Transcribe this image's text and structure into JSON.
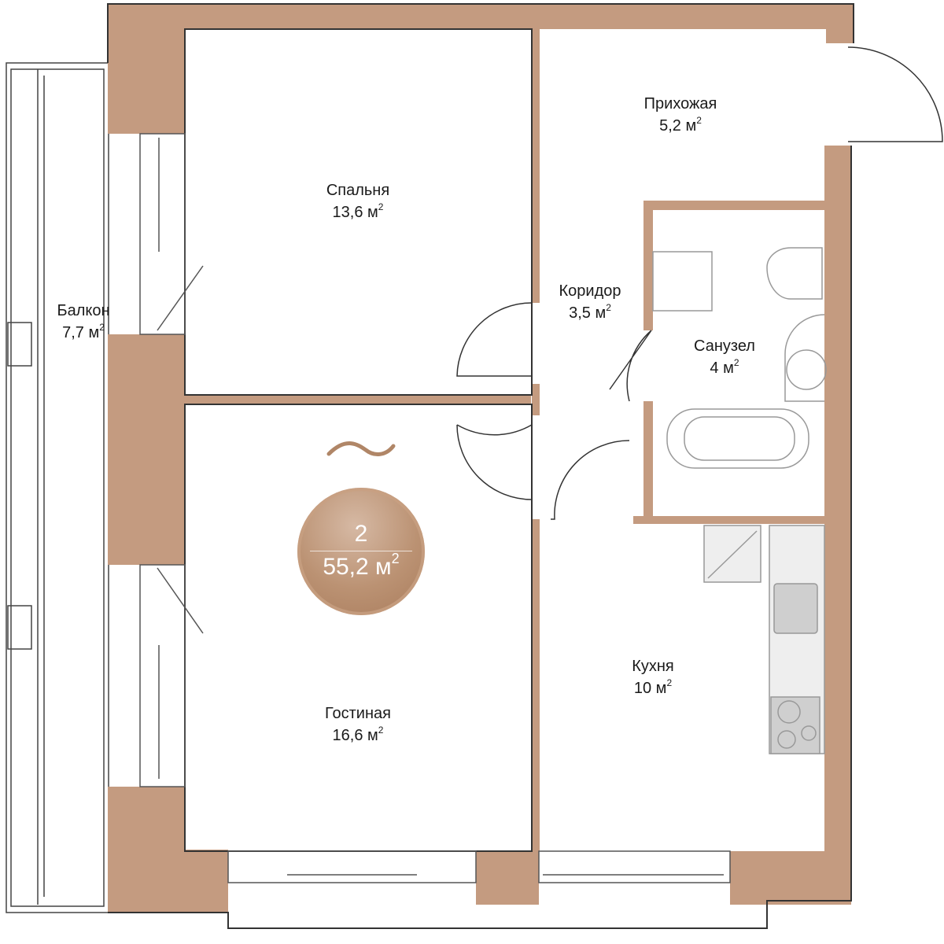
{
  "colors": {
    "wall": "#c49b80",
    "line": "#3a3a3a",
    "fixture": "#d0d0d0",
    "badge": "#b8906f"
  },
  "rooms": [
    {
      "name": "Прихожая",
      "area": "5,2 м",
      "sup": "2"
    },
    {
      "name": "Спальня",
      "area": "13,6 м",
      "sup": "2"
    },
    {
      "name": "Коридор",
      "area": "3,5 м",
      "sup": "2"
    },
    {
      "name": "Санузел",
      "area": "4 м",
      "sup": "2"
    },
    {
      "name": "Балкон",
      "area": "7,7 м",
      "sup": "2"
    },
    {
      "name": "Гостиная",
      "area": "16,6 м",
      "sup": "2"
    },
    {
      "name": "Кухня",
      "area": "10 м",
      "sup": "2"
    }
  ],
  "badge": {
    "rooms": "2",
    "area": "55,2 м",
    "sup": "2",
    "icon": "wave-icon"
  }
}
